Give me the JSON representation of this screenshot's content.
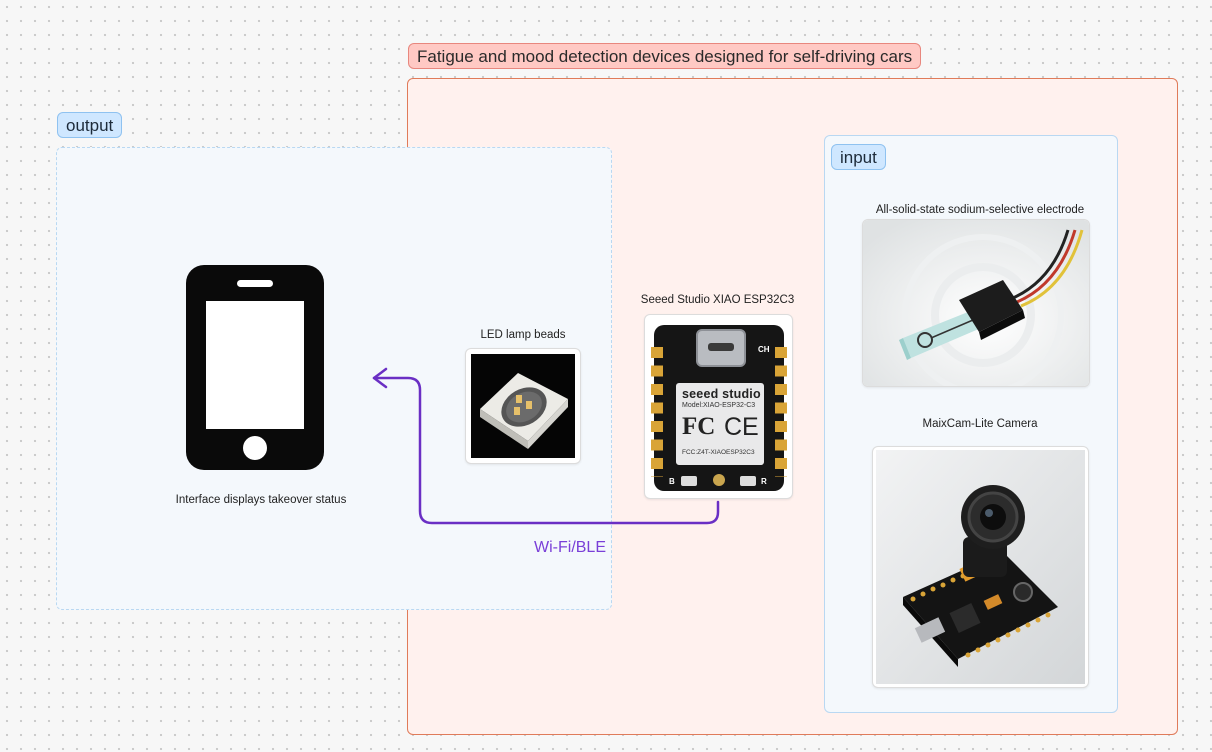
{
  "title": "Fatigue and mood detection devices designed for self-driving cars",
  "output": {
    "label": "output",
    "phone_caption": "Interface displays takeover status",
    "led_caption": "LED lamp beads"
  },
  "input": {
    "label": "input",
    "electrode_caption": "All-solid-state sodium-selective electrode",
    "camera_caption": "MaixCam-Lite Camera"
  },
  "board": {
    "caption": "Seeed Studio XIAO ESP32C3",
    "brand": "seeed studio",
    "model": "Model:XIAO-ESP32-C3",
    "fcc_logo": "FC",
    "ce_logo": "CE",
    "fcc_id": "FCC:Z4T-XIAOESP32C3",
    "pin_ch": "CH",
    "pin_b": "B",
    "pin_r": "R"
  },
  "connection": {
    "label": "Wi-Fi/BLE",
    "color": "#6a2fc4"
  },
  "colors": {
    "main_border": "#e07b5a",
    "main_fill": "#fff1ee",
    "panel_border": "#b9d8f2",
    "panel_fill": "#f4f8fc"
  }
}
